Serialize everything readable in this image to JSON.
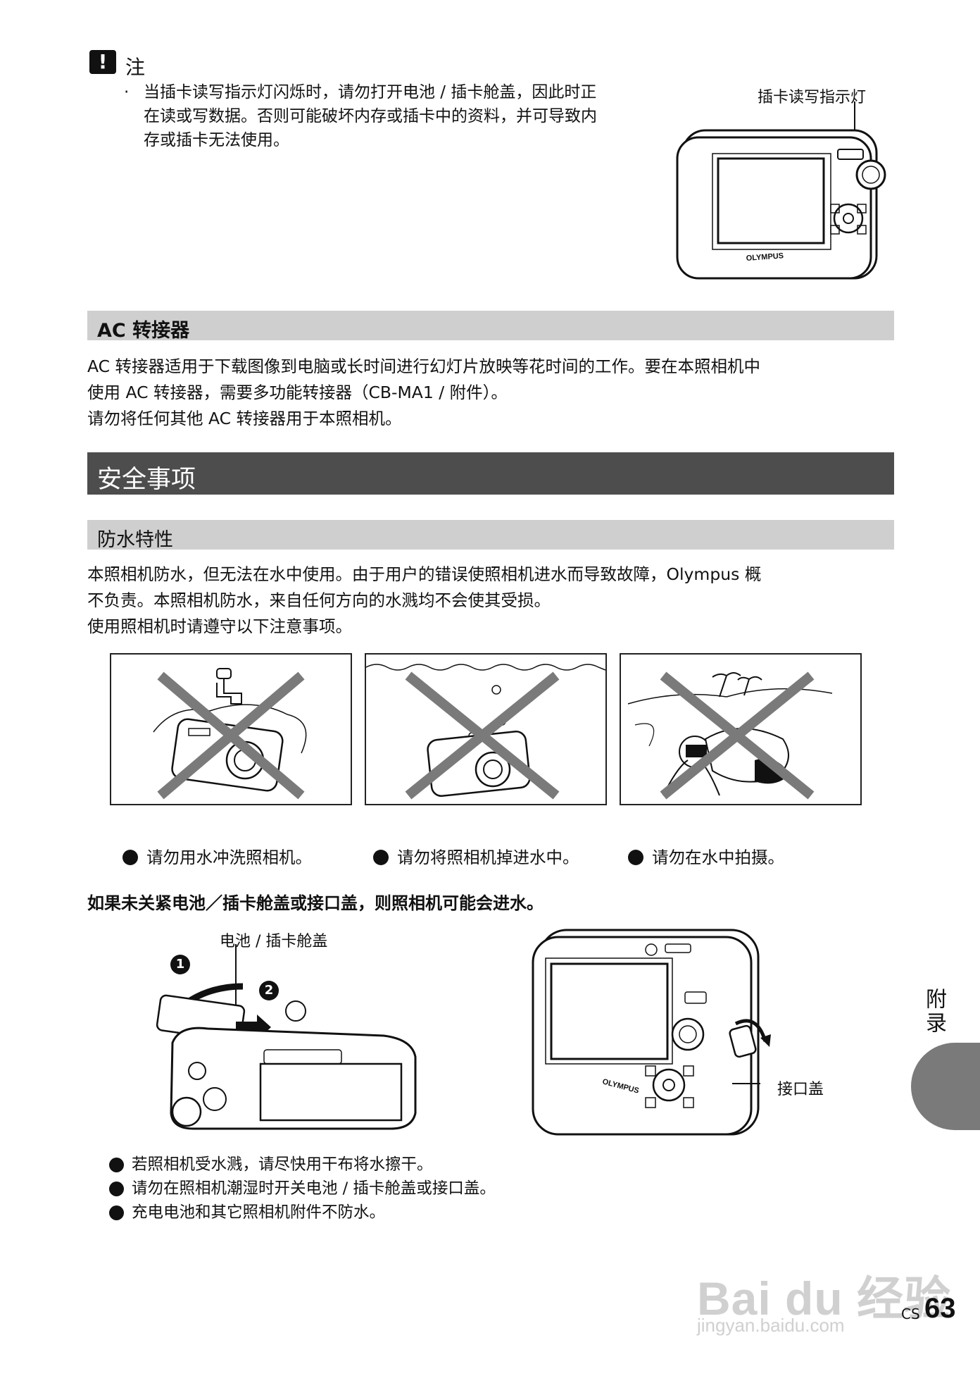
{
  "note": {
    "title": "注",
    "bullet": "·",
    "text_lines": [
      "当插卡读写指示灯闪烁时，请勿打开电池 / 插卡舱盖，因此时正",
      "在读或写数据。否则可能破坏内存或插卡中的资料，并可导致内",
      "存或插卡无法使用。"
    ],
    "callout": "插卡读写指示灯"
  },
  "ac_section": {
    "heading": "AC 转接器",
    "lines": [
      "AC 转接器适用于下载图像到电脑或长时间进行幻灯片放映等花时间的工作。要在本照相机中",
      "使用 AC 转接器，需要多功能转接器（CB-MA1 / 附件）。",
      "请勿将任何其他 AC 转接器用于本照相机。"
    ]
  },
  "safety": {
    "heading": "安全事项",
    "sub_heading": "防水特性",
    "lines": [
      "本照相机防水，但无法在水中使用。由于用户的错误使照相机进水而导致故障，Olympus 概",
      "不负责。本照相机防水，来自任何方向的水溅均不会使其受损。",
      "使用照相机时请遵守以下注意事项。"
    ],
    "captions": [
      "请勿用水冲洗照相机。",
      "请勿将照相机掉进水中。",
      "请勿在水中拍摄。"
    ],
    "warning": "如果未关紧电池／插卡舱盖或接口盖，则照相机可能会进水。",
    "battery_cover_label": "电池 / 插卡舱盖",
    "step1": "1",
    "step2": "2",
    "connector_cover_label": "接口盖",
    "brand_text": "OLYMPUS",
    "bullets": [
      "若照相机受水溅，请尽快用干布将水擦干。",
      "请勿在照相机潮湿时开关电池 / 插卡舱盖或接口盖。",
      "充电电池和其它照相机附件不防水。"
    ]
  },
  "side_tab": "附录",
  "footer": {
    "lang": "CS",
    "page_number": "63"
  },
  "watermark": {
    "logo": "Bai du 经验",
    "url": "jingyan.baidu.com"
  }
}
